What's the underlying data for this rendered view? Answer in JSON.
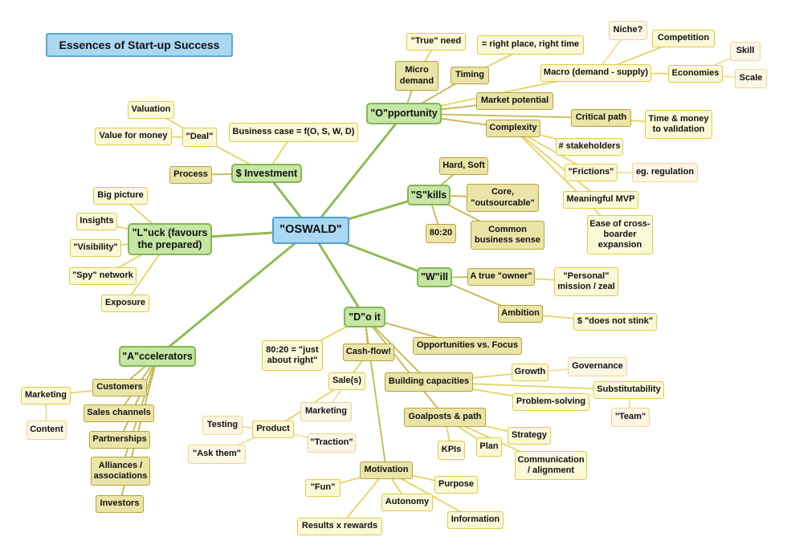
{
  "title": "Essences of Start-up Success",
  "colors": {
    "root": "#a9d8f3",
    "main": "#c5e6a5",
    "level2": "#ebe4a8",
    "level3": "#fbf8d8",
    "level4": "#fdf5e6",
    "link_main": "#8fba4e",
    "link_level2": "#c2b748",
    "link_level3": "#e5d35c",
    "link_level4": "#f2dc98"
  },
  "nodes": {
    "oswald": "\"OSWALD\"",
    "opportunity": "\"O\"pportunity",
    "skills": "\"S\"kills",
    "will": "\"W\"ill",
    "doit": "\"D\"o it",
    "accelerators": "\"A\"ccelerators",
    "luck": "\"L\"uck (favours the prepared)",
    "investment": "$ Investment",
    "micro_demand": "Micro demand",
    "true_need": "\"True\" need",
    "timing": "Timing",
    "right_place": "= right place, right time",
    "niche": "Niche?",
    "competition": "Competition",
    "macro": "Macro (demand - supply)",
    "economies": "Economies",
    "skill": "Skill",
    "scale": "Scale",
    "market_potential": "Market potential",
    "critical_path": "Critical path",
    "time_money": "Time & money to validation",
    "complexity": "Complexity",
    "stakeholders": "# stakeholders",
    "frictions": "\"Frictions\"",
    "regulation": "eg. regulation",
    "meaningful_mvp": "Meaningful MVP",
    "cross_border": "Ease of cross-boarder expansion",
    "hard_soft": "Hard, Soft",
    "core": "Core, \"outsourcable\"",
    "eighty_twenty_s": "80:20",
    "common_sense": "Common business sense",
    "true_owner": "A true \"owner\"",
    "personal": "\"Personal\" mission / zeal",
    "ambition": "Ambition",
    "not_stink": "$ \"does not stink\"",
    "business_case": "Business case = f(O, S, W, D)",
    "deal": "\"Deal\"",
    "valuation": "Valuation",
    "value_money": "Value for money",
    "process": "Process",
    "big_picture": "Big picture",
    "insights": "Insights",
    "visibility": "\"Visibility\"",
    "spy": "\"Spy\" network",
    "exposure": "Exposure",
    "customers": "Customers",
    "marketing_a": "Marketing",
    "content": "Content",
    "sales_channels": "Sales channels",
    "partnerships": "Partnerships",
    "alliances": "Alliances / associations",
    "investors": "Investors",
    "eighty_twenty_d": "80:20 = \"just about right\"",
    "cashflow": "Cash-flow!",
    "sales": "Sale(s)",
    "opp_focus": "Opportunities vs. Focus",
    "building": "Building capacities",
    "growth": "Growth",
    "governance": "Governance",
    "substitutability": "Substitutability",
    "team": "\"Team\"",
    "problem_solving": "Problem-solving",
    "goalposts": "Goalposts & path",
    "strategy": "Strategy",
    "communication": "Communication / alignment",
    "kpis": "KPIs",
    "plan": "Plan",
    "marketing_d": "Marketing",
    "product": "Product",
    "testing": "Testing",
    "traction": "\"Traction\"",
    "ask_them": "\"Ask them\"",
    "motivation": "Motivation",
    "fun": "\"Fun\"",
    "purpose": "Purpose",
    "autonomy": "Autonomy",
    "information": "Information",
    "results": "Results x rewards"
  }
}
